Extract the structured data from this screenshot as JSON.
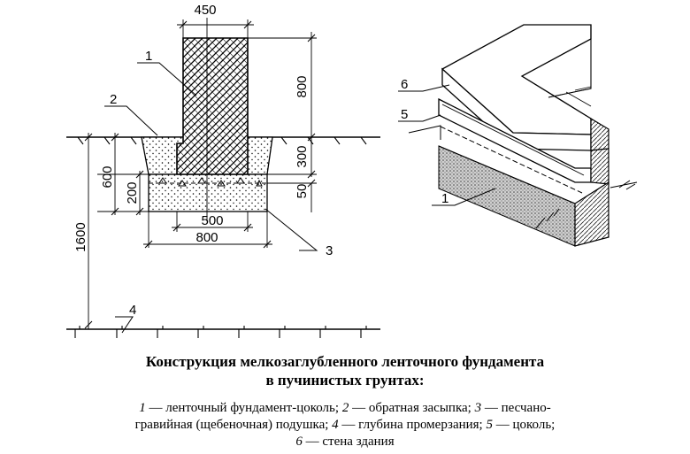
{
  "section": {
    "dimensions": {
      "wall_width": "450",
      "wall_height": "800",
      "depth_600": "600",
      "depth_200": "200",
      "layer_300": "300",
      "layer_50": "50",
      "inner_500": "500",
      "base_800": "800",
      "freeze_1600": "1600"
    },
    "callouts": {
      "c1": "1",
      "c2": "2",
      "c3": "3",
      "c4": "4"
    }
  },
  "isometric": {
    "callouts": {
      "c6": "6",
      "c5": "5",
      "c1": "1"
    }
  },
  "caption": {
    "title_line1": "Конструкция мелкозаглубленного ленточного фундамента",
    "title_line2": "в пучинистых грунтах:",
    "legend_line1": [
      {
        "t": "1",
        "i": true
      },
      {
        "t": " — ленточный фундамент-цоколь; ",
        "i": false
      },
      {
        "t": "2",
        "i": true
      },
      {
        "t": " — обратная засыпка; ",
        "i": false
      },
      {
        "t": "3",
        "i": true
      },
      {
        "t": " — песчано-",
        "i": false
      }
    ],
    "legend_line2": [
      {
        "t": "гравийная (щебеночная) подушка; ",
        "i": false
      },
      {
        "t": "4",
        "i": true
      },
      {
        "t": " — глубина промерзания; ",
        "i": false
      },
      {
        "t": "5",
        "i": true
      },
      {
        "t": " — цоколь;",
        "i": false
      }
    ],
    "legend_line3": [
      {
        "t": "6",
        "i": true
      },
      {
        "t": " — стена здания",
        "i": false
      }
    ]
  }
}
